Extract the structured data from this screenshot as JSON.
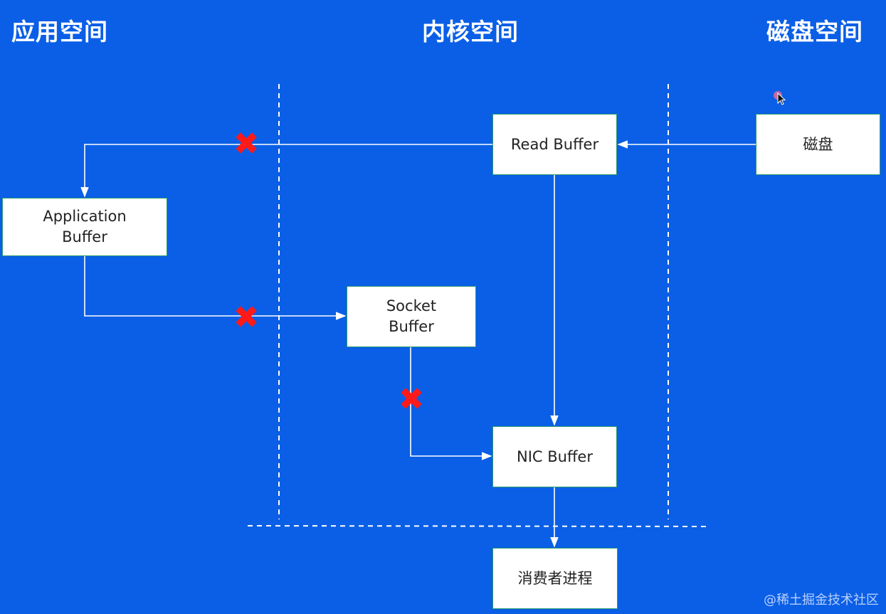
{
  "regions": {
    "app": "应用空间",
    "kernel": "内核空间",
    "disk": "磁盘空间"
  },
  "boxes": {
    "read_buffer": "Read Buffer",
    "disk": "磁盘",
    "app_buffer_line1": "Application",
    "app_buffer_line2": "Buffer",
    "socket_buffer_line1": "Socket",
    "socket_buffer_line2": "Buffer",
    "nic_buffer": "NIC Buffer",
    "consumer": "消费者进程"
  },
  "marks": {
    "blocked": "✖"
  },
  "colors": {
    "background": "#0a5fe6",
    "line": "#ffffff",
    "blocked_mark": "#ff1a1a",
    "box_border": "#2e9c6e"
  },
  "watermark": "@稀土掘金技术社区"
}
